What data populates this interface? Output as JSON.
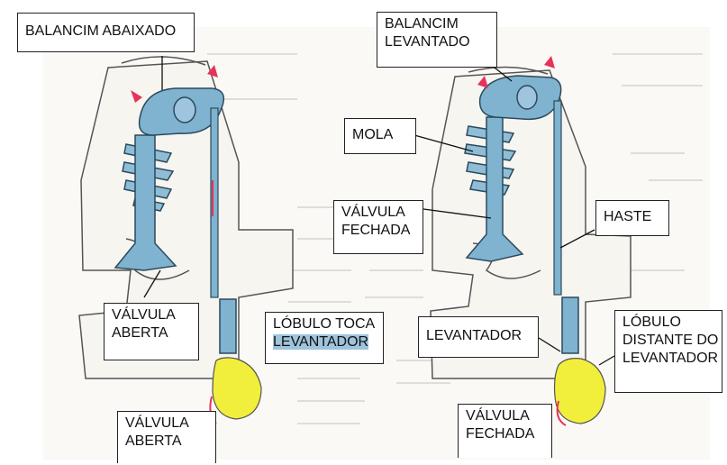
{
  "labels": {
    "balancim_abaixado": "BALANCIM ABAIXADO",
    "balancim_levantado_1": "BALANCIM",
    "balancim_levantado_2": "LEVANTADO",
    "mola": "MOLA",
    "valvula_fechada_mid_1": "VÁLVULA",
    "valvula_fechada_mid_2": "FECHADA",
    "haste": "HASTE",
    "valvula_aberta_mid_1": "VÁLVULA",
    "valvula_aberta_mid_2": "ABERTA",
    "lobulo_toca_1": "LÓBULO TOCA",
    "lobulo_toca_2": "LEVANTADOR",
    "levantador": "LEVANTADOR",
    "lobulo_distante_1": "LÓBULO",
    "lobulo_distante_2": "DISTANTE DO",
    "lobulo_distante_3": "LEVANTADOR",
    "valvula_aberta_bottom_1": "VÁLVULA",
    "valvula_aberta_bottom_2": "ABERTA",
    "valvula_fechada_bottom_1": "VÁLVULA",
    "valvula_fechada_bottom_2": "FECHADA"
  },
  "colors": {
    "part_fill": "#7fb3cf",
    "part_stroke": "#2a4a5e",
    "cam_fill": "#f2ee3c",
    "arrow_red": "#e8325a",
    "highlight": "#9fc4dd",
    "engine_line": "#555555"
  }
}
